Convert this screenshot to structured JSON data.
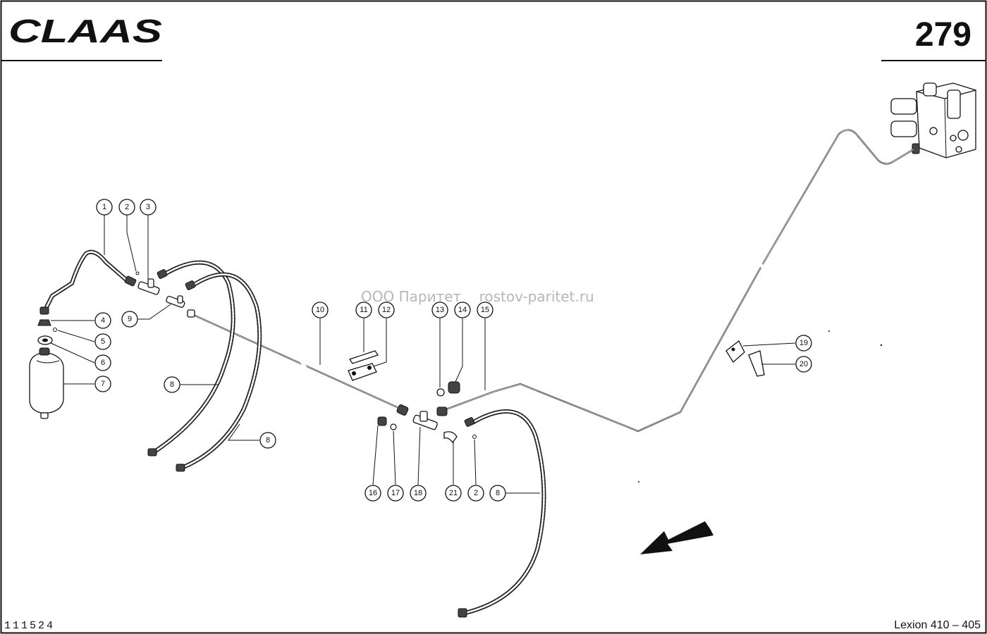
{
  "header": {
    "brand": "CLAAS",
    "page_number": "279"
  },
  "footer": {
    "drawing_number": "111524",
    "model": "Lexion 410 – 405"
  },
  "watermark": "ООО Паритет    rostov-paritet.ru",
  "callouts": {
    "c1": "1",
    "c2a": "2",
    "c3": "3",
    "c4": "4",
    "c5": "5",
    "c6": "6",
    "c7": "7",
    "c8a": "8",
    "c8b": "8",
    "c8c": "8",
    "c9": "9",
    "c10": "10",
    "c11": "11",
    "c12": "12",
    "c13": "13",
    "c14": "14",
    "c15": "15",
    "c16": "16",
    "c17": "17",
    "c18": "18",
    "c19": "19",
    "c20": "20",
    "c21": "21",
    "c2b": "2"
  }
}
